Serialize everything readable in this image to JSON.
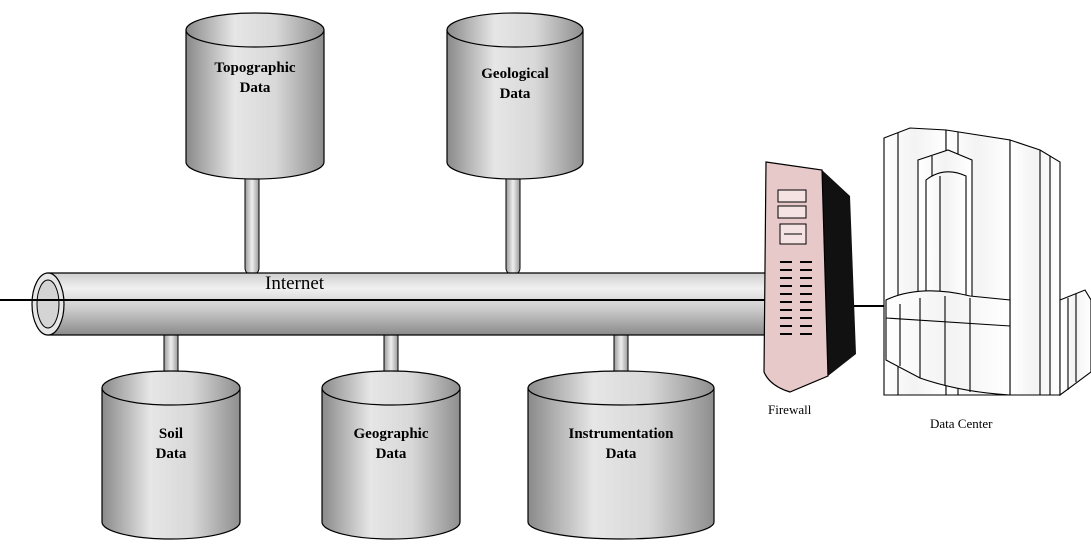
{
  "network": {
    "label": "Internet"
  },
  "databases": [
    {
      "id": "topographic",
      "line1": "Topographic",
      "line2": "Data"
    },
    {
      "id": "geological",
      "line1": "Geological",
      "line2": "Data"
    },
    {
      "id": "soil",
      "line1": "Soil",
      "line2": "Data"
    },
    {
      "id": "geographic",
      "line1": "Geographic",
      "line2": "Data"
    },
    {
      "id": "instrumentation",
      "line1": "Instrumentation",
      "line2": "Data"
    }
  ],
  "firewall": {
    "label": "Firewall"
  },
  "datacenter": {
    "label": "Data Center"
  },
  "colors": {
    "cylinder_fill": "#d0d0d0",
    "cylinder_light": "#f2f2f2",
    "firewall_fill": "#e8c8c8",
    "outline": "#000000"
  }
}
